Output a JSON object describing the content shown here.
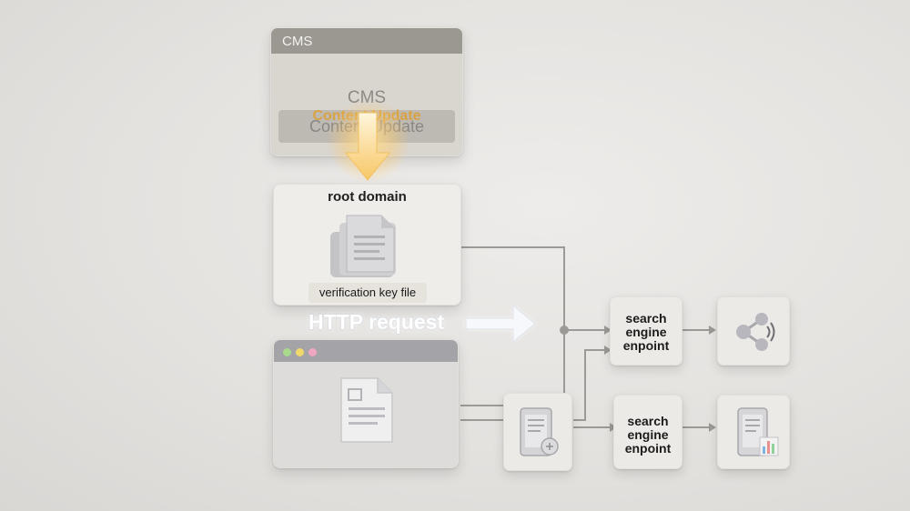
{
  "cms": {
    "bar_label": "CMS",
    "heading": "CMS",
    "subheading": "Content Update",
    "button_label": "Content Update"
  },
  "root_domain": {
    "title": "root domain",
    "file_label": "verification key file"
  },
  "http_request": {
    "label": "HTTP request"
  },
  "endpoints": [
    {
      "line1": "search",
      "line2": "engine",
      "line3": "enpoint"
    },
    {
      "line1": "search",
      "line2": "engine",
      "line3": "enpoint"
    }
  ],
  "colors": {
    "accent_glow": "#ffd98a",
    "subheading": "#d9a244",
    "line": "#9c9a97",
    "window_dot_green": "#a9d98a",
    "window_dot_yellow": "#f1d86b",
    "window_dot_pink": "#f0a6c0"
  },
  "icons": [
    "document-stack-icon",
    "down-arrow-icon",
    "right-arrow-icon",
    "document-icon",
    "tablet-document-icon",
    "share-signal-icon",
    "tablet-chart-icon"
  ]
}
